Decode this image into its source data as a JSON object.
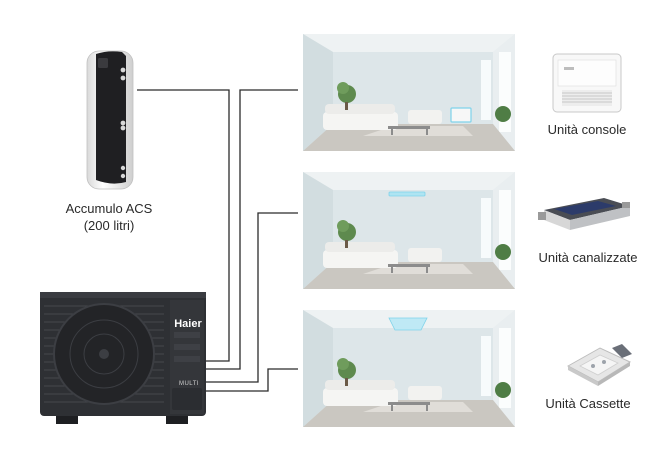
{
  "tank": {
    "label_line1": "Accumulo ACS",
    "label_line2": "(200 litri)"
  },
  "outdoor_unit": {
    "brand": "Haier",
    "badge": "MULTI"
  },
  "indoor_units": [
    {
      "label": "Unità console",
      "room_icon": "console-unit"
    },
    {
      "label": "Unità canalizzate",
      "room_icon": "ducted-unit"
    },
    {
      "label": "Unità Cassette",
      "room_icon": "cassette-unit"
    }
  ],
  "colors": {
    "line": "#2b2b2b",
    "unit_body": "#2e3034",
    "tank_body": "#f2f2f2",
    "tank_panel": "#1f1f22",
    "room_wall": "#dfe7ea",
    "floor": "#c9c6c0",
    "ac_accent": "#7fd3ea"
  }
}
